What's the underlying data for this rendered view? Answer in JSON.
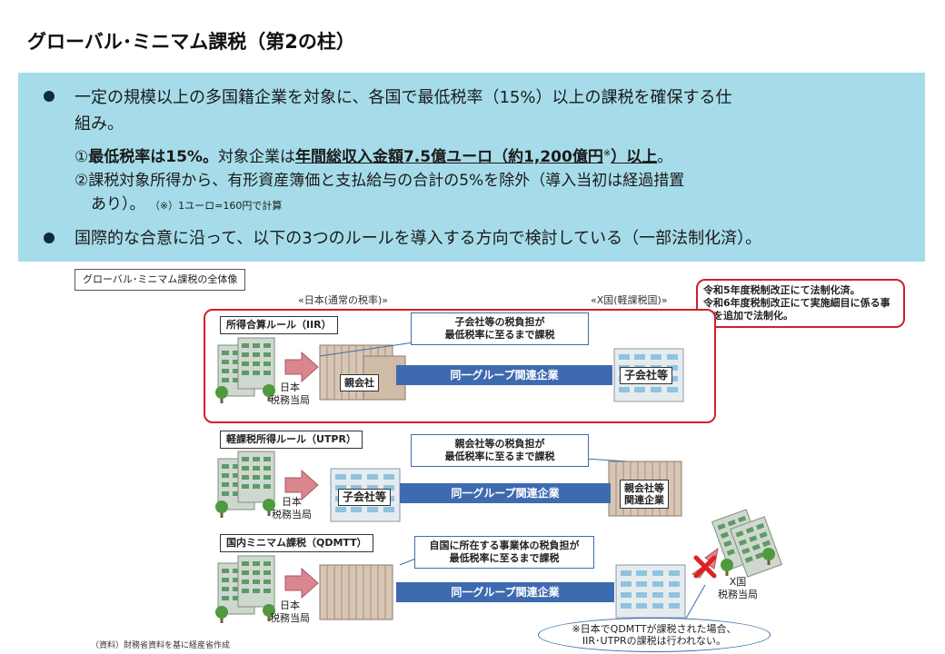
{
  "title": "グローバル･ミニマム課税（第2の柱）",
  "summary": {
    "bullet1_line1": "一定の規模以上の多国籍企業を対象に、各国で最低税率（15%）以上の課税を確保する仕",
    "bullet1_line2": "組み。",
    "item1_prefix": "①",
    "item1_bold": "最低税率は15%。",
    "item1_mid": "対象企業は",
    "item1_underlined": "年間総収入金額7.5億ユーロ（約1,200億円",
    "item1_mark": "※",
    "item1_underlined_end": "）以上",
    "item1_end": "。",
    "item2_line1": "②課税対象所得から、有形資産簿価と支払給与の合計の5%を除外（導入当初は経過措置",
    "item2_line2": "あり）。",
    "item2_note": "（※）1ユーロ=160円で計算",
    "bullet2": "国際的な合意に沿って、以下の3つのルールを導入する方向で検討している（一部法制化済）。"
  },
  "overview_label": "グローバル･ミニマム課税の全体像",
  "header_japan": "«日本(通常の税率)»",
  "header_x": "«X国(軽課税国)»",
  "legal_note": {
    "line1": "令和5年度税制改正にて法制化済。",
    "line2": "令和6年度税制改正にて実施細目に係る事",
    "line3": "項を追加で法制化。"
  },
  "rules": [
    {
      "name": "所得合算ルール（IIR）",
      "callout1": "子会社等の税負担が",
      "callout2": "最低税率に至るまで課税",
      "band": "同一グループ関連企業",
      "left_tag": "親会社",
      "right_tag": "子会社等",
      "authority1": "日本",
      "authority2": "税務当局"
    },
    {
      "name": "軽課税所得ルール（UTPR）",
      "callout1": "親会社等の税負担が",
      "callout2": "最低税率に至るまで課税",
      "band": "同一グループ関連企業",
      "left_tag": "子会社等",
      "right_tag1": "親会社等",
      "right_tag2": "関連企業",
      "authority1": "日本",
      "authority2": "税務当局"
    },
    {
      "name": "国内ミニマム課税（QDMTT）",
      "callout1": "自国に所在する事業体の税負担が",
      "callout2": "最低税率に至るまで課税",
      "band": "同一グループ関連企業",
      "authority1": "日本",
      "authority2": "税務当局",
      "x_authority1": "X国",
      "x_authority2": "税務当局",
      "note1": "※日本でQDMTTが課税された場合、",
      "note2": "IIR･UTPRの課税は行われない。"
    }
  ],
  "source": "（資料）財務省資料を基に経産省作成",
  "colors": {
    "summary_bg": "#a6dcea",
    "band": "#3e6ab0",
    "highlight_border": "#d0202a",
    "arrow": "#d9868f",
    "cross": "#e02020"
  },
  "icons": [
    "office-building-icon",
    "tree-icon",
    "arrow-right-icon",
    "cross-mark-icon"
  ]
}
